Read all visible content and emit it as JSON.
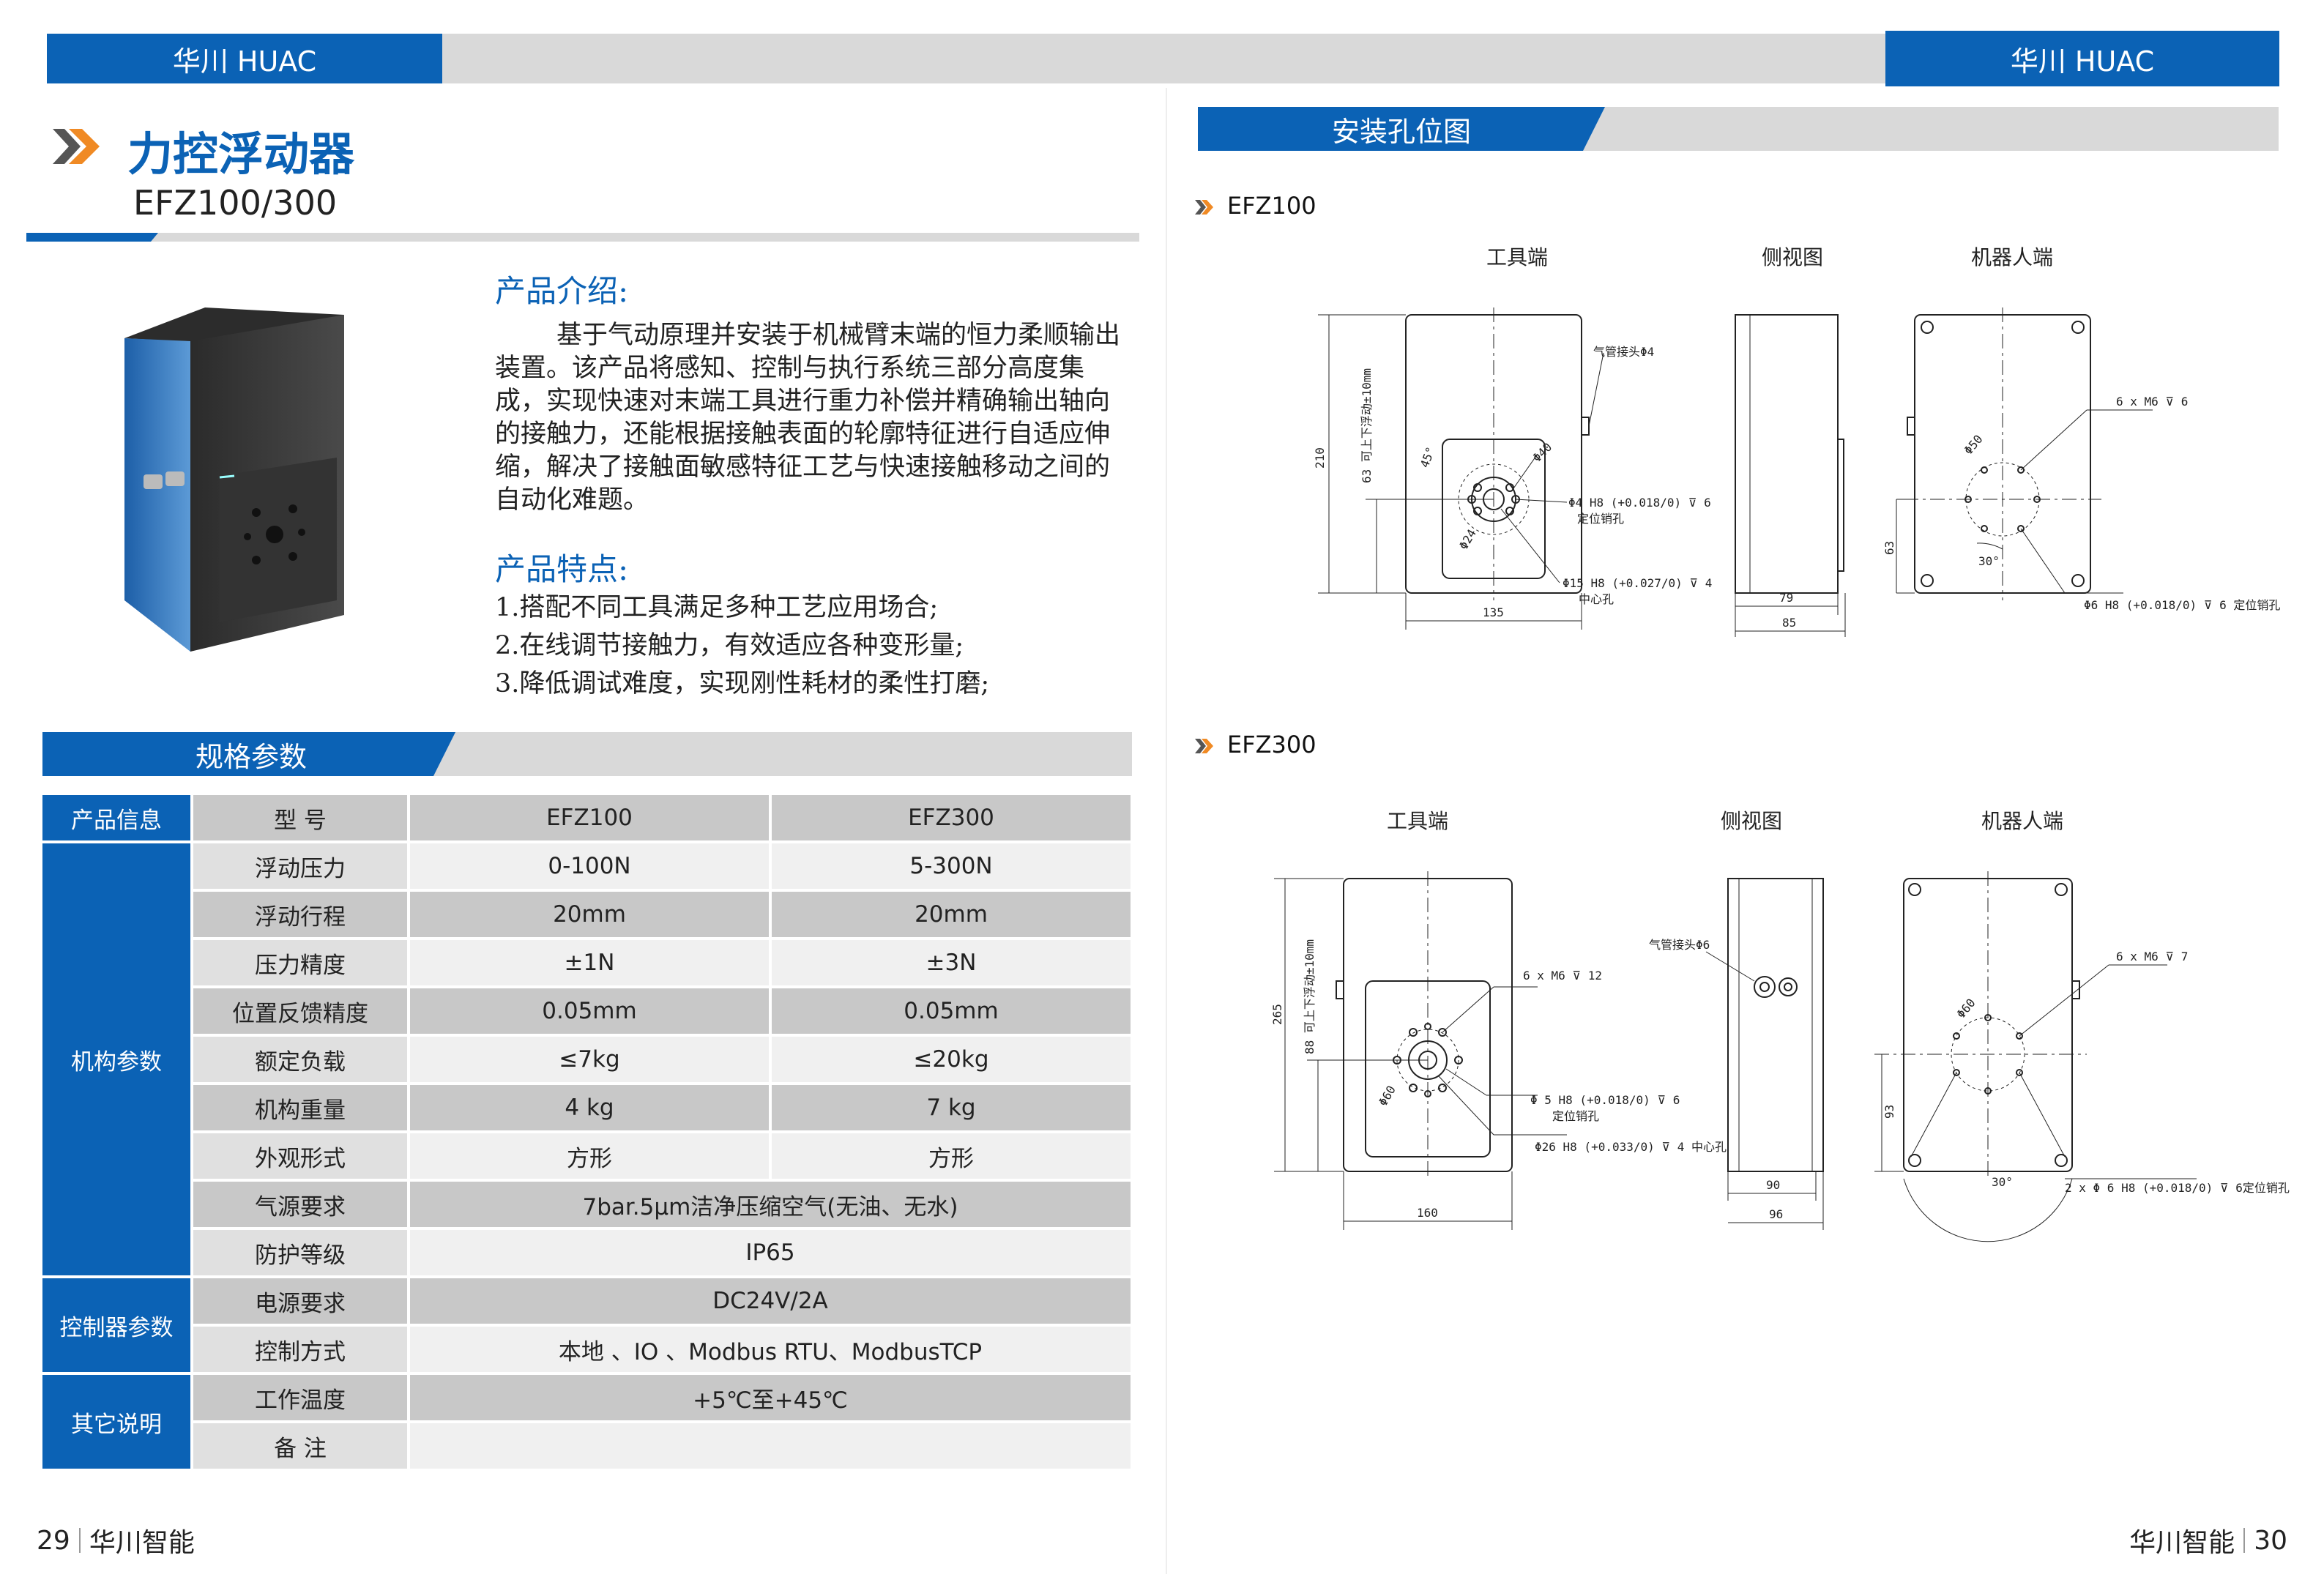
{
  "header": {
    "brand_left": "华川 HUAC",
    "brand_right": "华川 HUAC"
  },
  "left": {
    "title": "力控浮动器",
    "model": "EFZ100/300",
    "intro_heading": "产品介绍:",
    "intro_text": "基于气动原理并安装于机械臂末端的恒力柔顺输出装置。该产品将感知、控制与执行系统三部分高度集成，实现快速对末端工具进行重力补偿并精确输出轴向的接触力，还能根据接触表面的轮廓特征进行自适应伸缩，解决了接触面敏感特征工艺与快速接触移动之间的自动化难题。",
    "features_heading": "产品特点:",
    "features": [
      "1.搭配不同工具满足多种工艺应用场合;",
      "2.在线调节接触力，有效适应各种变形量;",
      "3.降低调试难度，实现刚性耗材的柔性打磨;"
    ],
    "spec_heading": "规格参数"
  },
  "spec": {
    "cat_info": "产品信息",
    "cat_mech": "机构参数",
    "cat_ctrl": "控制器参数",
    "cat_other": "其它说明",
    "rows": [
      {
        "label": "型  号",
        "a": "EFZ100",
        "b": "EFZ300"
      },
      {
        "label": "浮动压力",
        "a": "0-100N",
        "b": "5-300N"
      },
      {
        "label": "浮动行程",
        "a": "20mm",
        "b": "20mm"
      },
      {
        "label": "压力精度",
        "a": "±1N",
        "b": "±3N"
      },
      {
        "label": "位置反馈精度",
        "a": "0.05mm",
        "b": "0.05mm"
      },
      {
        "label": "额定负载",
        "a": "≤7kg",
        "b": "≤20kg"
      },
      {
        "label": "机构重量",
        "a": "4 kg",
        "b": "7 kg"
      },
      {
        "label": "外观形式",
        "a": "方形",
        "b": "方形"
      },
      {
        "label": "气源要求",
        "merged": "7bar.5μm洁净压缩空气(无油、无水)"
      },
      {
        "label": "防护等级",
        "merged": "IP65"
      },
      {
        "label": "电源要求",
        "merged": "DC24V/2A"
      },
      {
        "label": "控制方式",
        "merged": "本地 、IO 、Modbus RTU、ModbusTCP"
      },
      {
        "label": "工作温度",
        "merged": "+5℃至+45℃"
      },
      {
        "label": "备  注",
        "merged": ""
      }
    ]
  },
  "right": {
    "section_heading": "安装孔位图",
    "efz100": {
      "name": "EFZ100",
      "view_tool": "工具端",
      "view_side": "侧视图",
      "view_robot": "机器人端",
      "dims": {
        "height": "210",
        "float": "63 可上下浮动±10mm",
        "width": "135",
        "side_inner": "79",
        "side_outer": "85",
        "robot_height": "63",
        "air": "气管接头Φ4",
        "d40": "Φ40",
        "angle45": "45°",
        "d24": "Φ24",
        "pin": "Φ4 H8 (+0.018/0) ⊽ 6",
        "pin_label": "定位销孔",
        "center": "Φ15 H8 (+0.027/0) ⊽ 4",
        "center_label": "中心孔",
        "m6": "6 x  M6 ⊽ 6",
        "d50": "Φ50",
        "angle30": "30°",
        "robot_pin": "Φ6 H8 (+0.018/0) ⊽ 6 定位销孔"
      }
    },
    "efz300": {
      "name": "EFZ300",
      "view_tool": "工具端",
      "view_side": "侧视图",
      "view_robot": "机器人端",
      "dims": {
        "height": "265",
        "float": "88 可上下浮动±10mm",
        "width": "160",
        "side_inner": "90",
        "side_outer": "96",
        "robot_height": "93",
        "air": "气管接头Φ6",
        "m6": "6 x  M6 ⊽ 12",
        "pin": "Φ 5 H8 (+0.018/0) ⊽ 6",
        "pin_label": "定位销孔",
        "d60": "Φ60",
        "center": "Φ26 H8 (+0.033/0) ⊽ 4 中心孔",
        "robot_m6": "6 x  M6 ⊽ 7",
        "robot_d60": "Φ60",
        "angle30": "30°",
        "robot_pin": "2 x  Φ 6 H8 (+0.018/0) ⊽ 6定位销孔"
      }
    }
  },
  "footer": {
    "left_page": "29",
    "left_brand": "华川智能",
    "right_brand": "华川智能",
    "right_page": "30"
  },
  "colors": {
    "brand_blue": "#0b62b5",
    "gray_band": "#d9d9d9",
    "accent_orange": "#f08a24"
  }
}
